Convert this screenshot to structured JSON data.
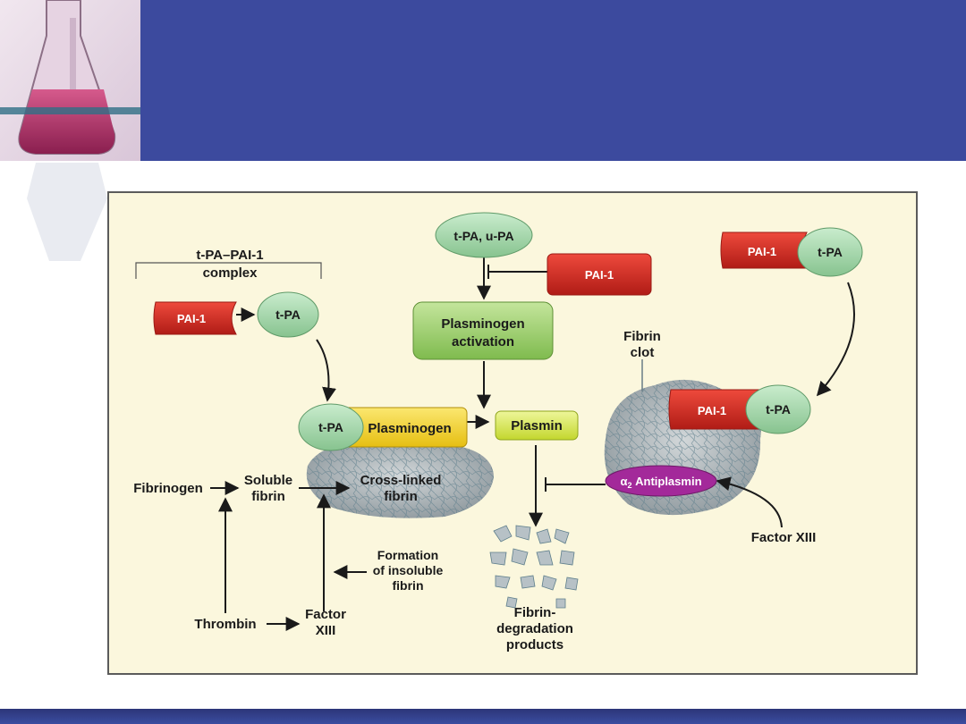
{
  "diagram": {
    "nodes": {
      "tpa_upa": "t-PA, u-PA",
      "pai1_inhibitor": "PAI-1",
      "plasminogen_activation_line1": "Plasminogen",
      "plasminogen_activation_line2": "activation",
      "complex_label_line1": "t-PA–PAI-1",
      "complex_label_line2": "complex",
      "complex_pai1": "PAI-1",
      "complex_tpa": "t-PA",
      "bound_tpa": "t-PA",
      "plasminogen": "Plasminogen",
      "plasmin": "Plasmin",
      "top_right_pai1": "PAI-1",
      "top_right_tpa": "t-PA",
      "fibrin_clot_line1": "Fibrin",
      "fibrin_clot_line2": "clot",
      "clot_pai1": "PAI-1",
      "clot_tpa": "t-PA",
      "antiplasmin_prefix": "α",
      "antiplasmin_sub": "2",
      "antiplasmin_name": " Antiplasmin",
      "factor_xiii_right": "Factor XIII",
      "fibrinogen": "Fibrinogen",
      "soluble_fibrin_line1": "Soluble",
      "soluble_fibrin_line2": "fibrin",
      "cross_linked_line1": "Cross-linked",
      "cross_linked_line2": "fibrin",
      "insoluble_line1": "Formation",
      "insoluble_line2": "of insoluble",
      "insoluble_line3": "fibrin",
      "thrombin": "Thrombin",
      "factor_xiii_bottom_line1": "Factor",
      "factor_xiii_bottom_line2": "XIII",
      "fdp_line1": "Fibrin-",
      "fdp_line2": "degradation",
      "fdp_line3": "products"
    },
    "colors": {
      "banner": "#3c4a9e",
      "panel_background": "#fbf7dd",
      "pai1_red": "#d42a22",
      "tpa_green": "#9fd3a6",
      "plasminogen_yellow": "#f2d22a",
      "plasmin_yellowgreen": "#d8e94a",
      "activation_green": "#9fce6a",
      "antiplasmin_purple": "#a3299a",
      "fibrin_gray": "#9aa3a8"
    }
  }
}
